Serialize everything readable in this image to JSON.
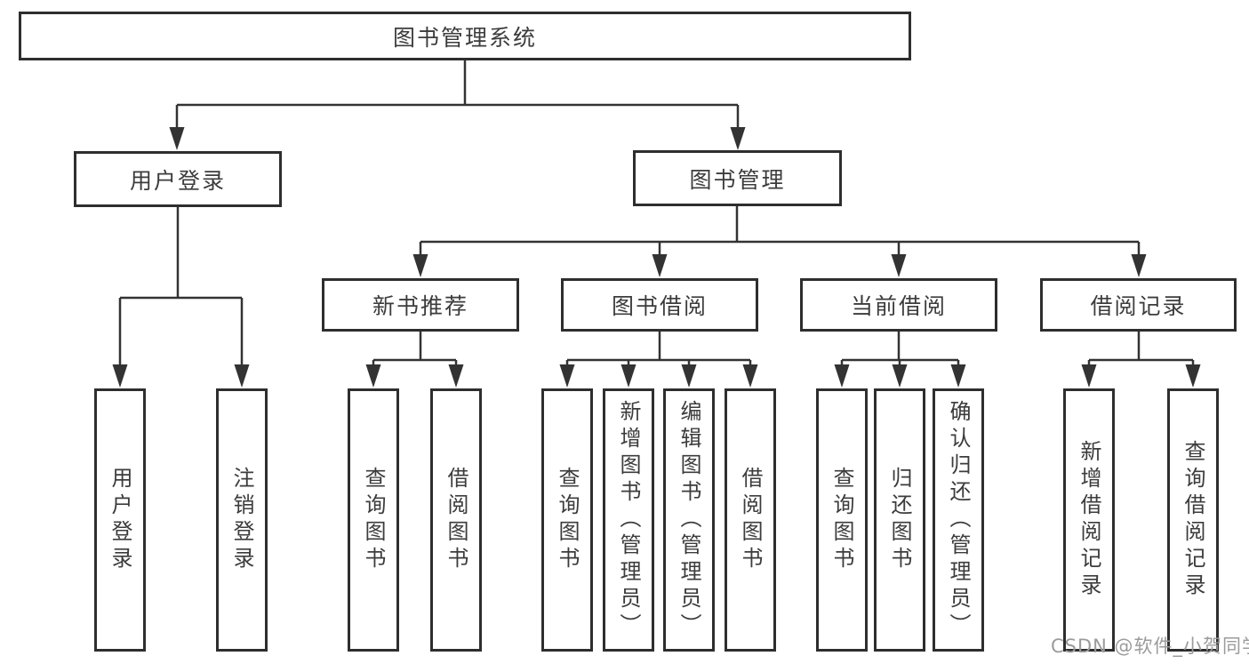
{
  "diagram": {
    "root": {
      "label": "图书管理系统"
    },
    "level2": [
      {
        "label": "用户登录"
      },
      {
        "label": "图书管理"
      }
    ],
    "level3": [
      {
        "label": "新书推荐"
      },
      {
        "label": "图书借阅"
      },
      {
        "label": "当前借阅"
      },
      {
        "label": "借阅记录"
      }
    ],
    "leaves": {
      "login": [
        "用户登录",
        "注销登录"
      ],
      "recommend": [
        "查询图书",
        "借阅图书"
      ],
      "borrow": [
        "查询图书",
        "新增图书（管理员）",
        "编辑图书（管理员）",
        "借阅图书"
      ],
      "current": [
        "查询图书",
        "归还图书",
        "确认归还（管理员）"
      ],
      "records": [
        "新增借阅记录",
        "查询借阅记录"
      ]
    }
  },
  "watermark": "CSDN @软件_小贺同学",
  "colors": {
    "node_border": "#2e2e2e",
    "line": "#333333",
    "text": "#3c3c3c",
    "watermark": "#9b9b9b",
    "background": "#ffffff"
  }
}
